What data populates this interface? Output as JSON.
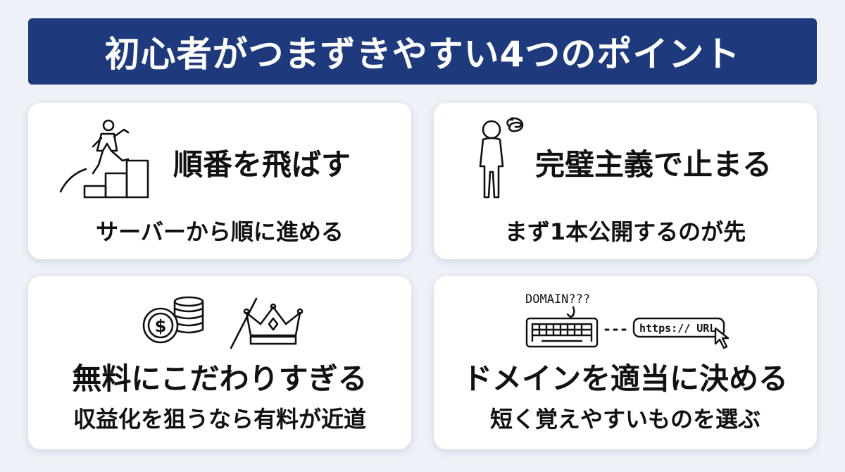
{
  "title": "初心者がつまずきやすい4つのポイント",
  "cards": [
    {
      "heading": "順番を飛ばす",
      "subtext": "サーバーから順に進める",
      "icon": "person-climbing-stairs-icon"
    },
    {
      "heading": "完璧主義で止まる",
      "subtext": "まず1本公開するのが先",
      "icon": "confused-person-icon"
    },
    {
      "heading": "無料にこだわりすぎる",
      "subtext": "収益化を狙うなら有料が近道",
      "icon": "coins-vs-crown-icon",
      "coin_symbol": "$"
    },
    {
      "heading": "ドメインを適当に決める",
      "subtext": "短く覚えやすいものを選ぶ",
      "icon": "keyboard-to-url-icon",
      "domain_label": "DOMAIN???",
      "url_label": "https:// URL"
    }
  ],
  "colors": {
    "banner": "#1f3a7c",
    "background": "#eef1f7",
    "card": "#ffffff",
    "text": "#111111"
  }
}
